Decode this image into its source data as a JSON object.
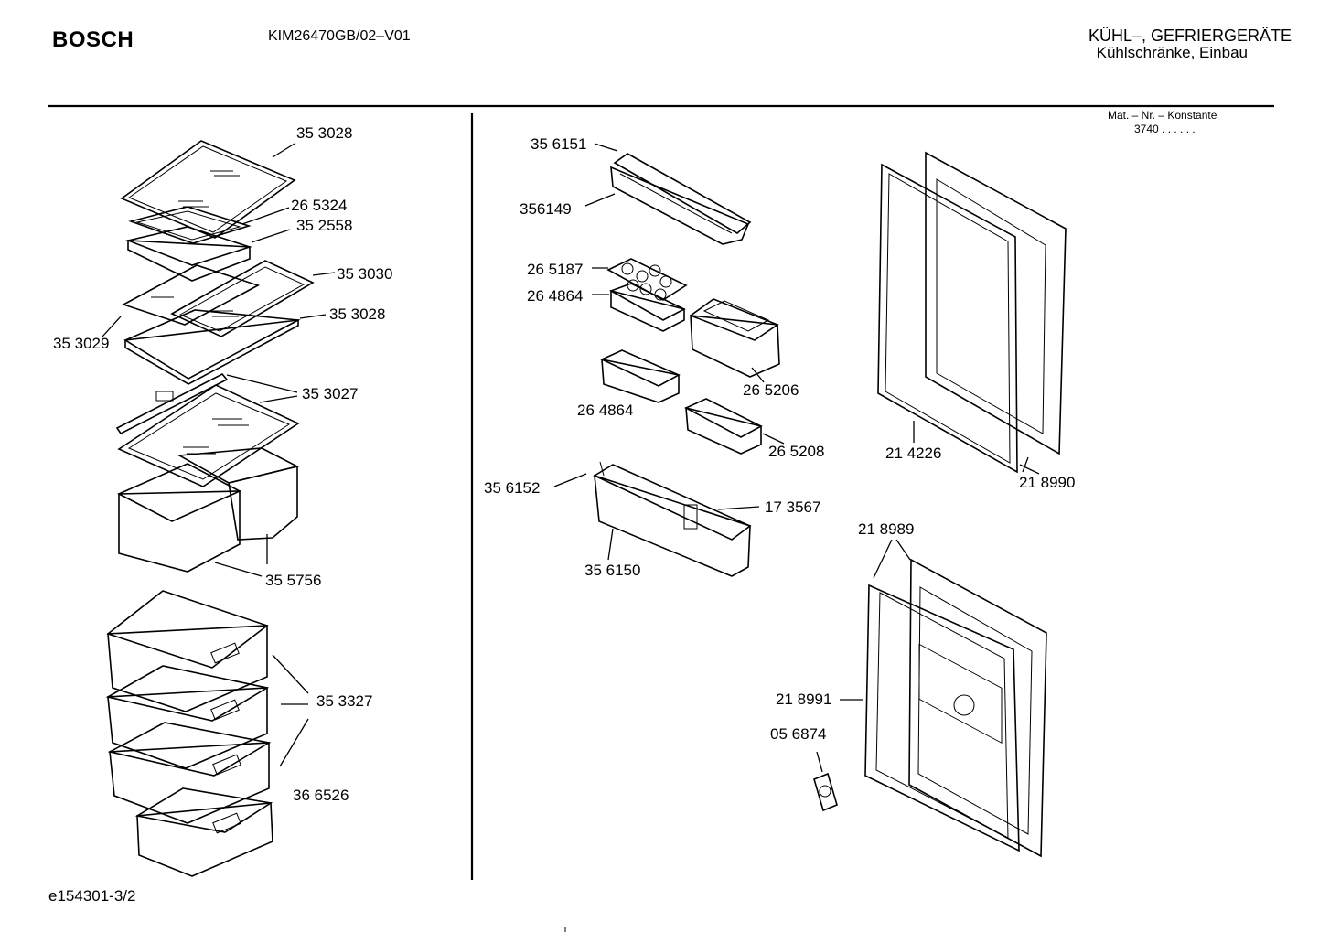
{
  "header": {
    "brand": "BOSCH",
    "model": "KIM26470GB/02–V01",
    "category_line1": "KÜHL–, GEFRIERGERÄTE",
    "category_line2": "Kühlschränke, Einbau",
    "mat_label": "Mat. – Nr. – Konstante",
    "mat_value": "3740 .  .  .  .  .  ."
  },
  "footer": {
    "doc_id": "e154301-3/2"
  },
  "labels": {
    "l353028a": "35 3028",
    "l265324": "26 5324",
    "l352558": "35 2558",
    "l353030": "35 3030",
    "l353028b": "35 3028",
    "l353029": "35 3029",
    "l353027": "35 3027",
    "l355756": "35 5756",
    "l353327": "35 3327",
    "l366526": "36 6526",
    "l356151": "35 6151",
    "l356149": "356149",
    "l265187": "26 5187",
    "l264864a": "26 4864",
    "l265206": "26 5206",
    "l264864b": "26 4864",
    "l265208": "26 5208",
    "l356152": "35 6152",
    "l173567": "17 3567",
    "l356150": "35 6150",
    "l214226": "21 4226",
    "l218990": "21 8990",
    "l218989": "21 8989",
    "l218991": "21 8991",
    "l056874": "05 6874"
  }
}
